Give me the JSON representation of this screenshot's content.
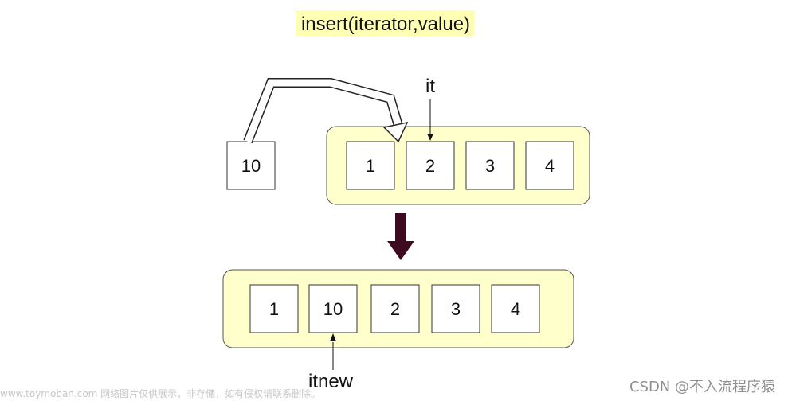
{
  "title": "insert(iterator,value)",
  "colors": {
    "title_highlight": "#ffffb3",
    "container_fill": "#ffffcc",
    "container_stroke": "#555555",
    "cell_fill": "#ffffff",
    "cell_stroke": "#333333",
    "down_arrow": "#3d0a1f"
  },
  "before": {
    "new_value": "10",
    "cells": [
      "1",
      "2",
      "3",
      "4"
    ],
    "pointer_label": "it"
  },
  "after": {
    "cells": [
      "1",
      "10",
      "2",
      "3",
      "4"
    ],
    "pointer_label": "itnew"
  },
  "footer": {
    "left": "www.toymoban.com 网络图片仅供展示，非存储，如有侵权请联系删除。",
    "right": "CSDN @不入流程序猿"
  }
}
